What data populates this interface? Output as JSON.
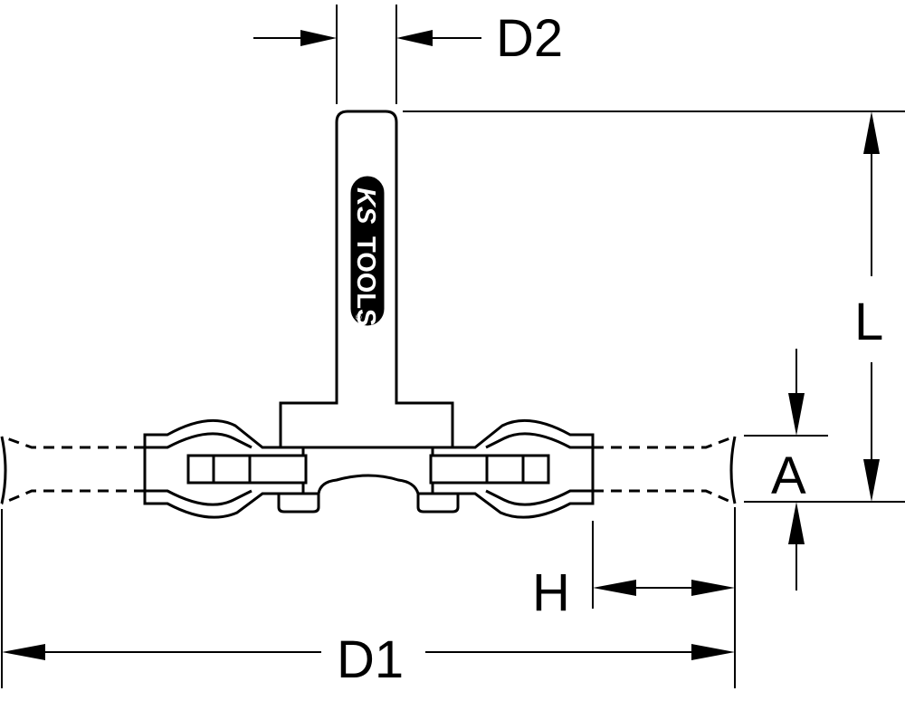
{
  "labels": {
    "d2": "D2",
    "l": "L",
    "a": "A",
    "h": "H",
    "d1": "D1"
  },
  "logo": {
    "brand_ks": "KS",
    "brand_tools": "TOOLS",
    "registered": "®"
  },
  "colors": {
    "stroke": "#000000",
    "background": "#ffffff"
  }
}
